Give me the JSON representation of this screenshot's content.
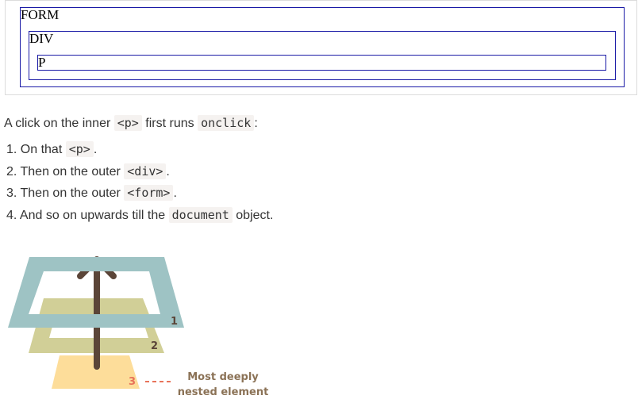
{
  "demo": {
    "form_label": "FORM",
    "div_label": "DIV",
    "p_label": "P"
  },
  "intro": {
    "prefix": "A click on the inner",
    "p_tag": "<p>",
    "middle": "first runs",
    "handler": "onclick",
    "suffix": ":"
  },
  "steps": [
    {
      "prefix": "1. On that",
      "code": "<p>",
      "suffix": "."
    },
    {
      "prefix": "2. Then on the outer",
      "code": "<div>",
      "suffix": "."
    },
    {
      "prefix": "3. Then on the outer",
      "code": "<form>",
      "suffix": "."
    },
    {
      "prefix": "4. And so on upwards till the",
      "code": "document",
      "suffix": "object."
    }
  ],
  "illustration": {
    "level_1": "1",
    "level_2": "2",
    "level_3": "3",
    "callout_line1": "Most deeply",
    "callout_line2": "nested element",
    "colors": {
      "outer": "#9ec3c4",
      "middle": "#d1cf97",
      "inner": "#fddd9a",
      "arrow": "#5b4538",
      "callout_text": "#8b7256",
      "level3_text": "#e8735a",
      "dash": "#e8735a"
    }
  }
}
